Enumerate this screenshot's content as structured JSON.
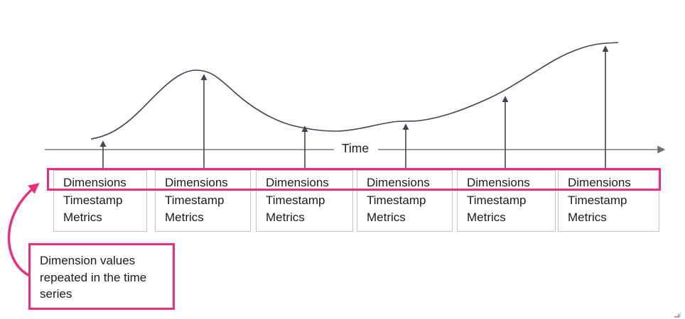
{
  "colors": {
    "accent_pink": "#EC2E7E",
    "curve_stroke": "#3E4452",
    "axis_gray": "#8B8B93",
    "box_border": "#C4C4C4",
    "text_dark": "#1B1B1B"
  },
  "axis": {
    "label": "Time"
  },
  "records": [
    {
      "dimensions": "Dimensions",
      "timestamp": "Timestamp",
      "metrics": "Metrics"
    },
    {
      "dimensions": "Dimensions",
      "timestamp": "Timestamp",
      "metrics": "Metrics"
    },
    {
      "dimensions": "Dimensions",
      "timestamp": "Timestamp",
      "metrics": "Metrics"
    },
    {
      "dimensions": "Dimensions",
      "timestamp": "Timestamp",
      "metrics": "Metrics"
    },
    {
      "dimensions": "Dimensions",
      "timestamp": "Timestamp",
      "metrics": "Metrics"
    },
    {
      "dimensions": "Dimensions",
      "timestamp": "Timestamp",
      "metrics": "Metrics"
    }
  ],
  "annotation": {
    "text": "Dimension values repeated in the time series"
  }
}
